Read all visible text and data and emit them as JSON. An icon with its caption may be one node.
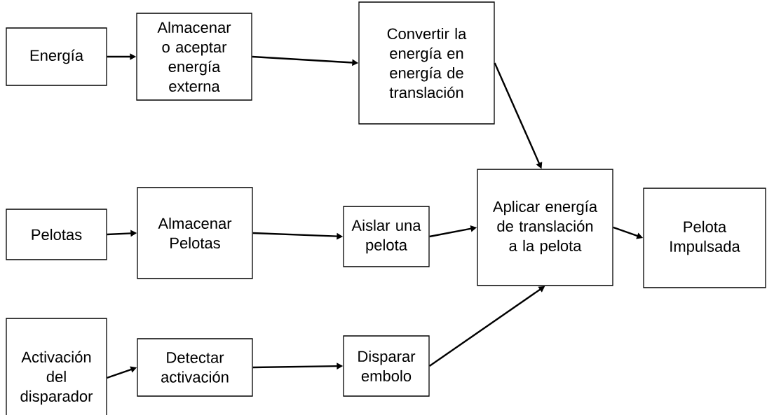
{
  "diagram": {
    "nodes": [
      {
        "text": [
          "Energía"
        ]
      },
      {
        "text": [
          "Almacenar o aceptar energía externa"
        ]
      },
      {
        "text": [
          "Convertir la energía en energía de translación"
        ]
      },
      {
        "text": [
          "Pelotas"
        ]
      },
      {
        "text": [
          "Almacenar Pelotas"
        ]
      },
      {
        "text": [
          "Aislar una pelota"
        ]
      },
      {
        "text": [
          "Aplicar energía de translación a la pelota"
        ]
      },
      {
        "text": [
          "Pelota Impulsada"
        ]
      },
      {
        "text": [
          "Activación del disparador"
        ]
      },
      {
        "text": [
          "Detectar activación"
        ]
      },
      {
        "text": [
          "Disparar embolo"
        ]
      }
    ],
    "edges": [
      {
        "from": 0,
        "to": 1,
        "arrow": "to"
      },
      {
        "from": 1,
        "to": 2,
        "arrow": "to"
      },
      {
        "from": 2,
        "to": 6,
        "arrow": "to"
      },
      {
        "from": 3,
        "to": 4,
        "arrow": "to"
      },
      {
        "from": 4,
        "to": 5,
        "arrow": "to"
      },
      {
        "from": 5,
        "to": 6,
        "arrow": "to"
      },
      {
        "from": 6,
        "to": 7,
        "arrow": "to"
      },
      {
        "from": 8,
        "to": 9,
        "arrow": "to"
      },
      {
        "from": 9,
        "to": 10,
        "arrow": "to"
      },
      {
        "from": 10,
        "to": 6,
        "arrow": "to"
      }
    ]
  }
}
